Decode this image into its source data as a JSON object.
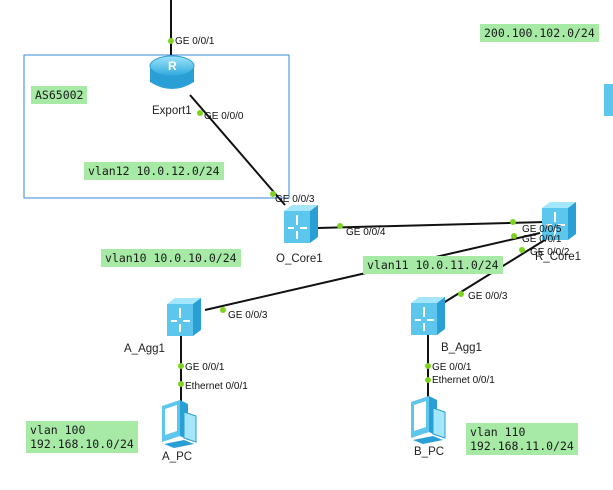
{
  "notes": {
    "as": "AS65002",
    "vlan12": "vlan12 10.0.12.0/24",
    "net200": "200.100.102.0/24",
    "vlan10": "vlan10 10.0.10.0/24",
    "vlan11": "vlan11 10.0.11.0/24",
    "vlan100": "vlan 100\n192.168.10.0/24",
    "vlan110": "vlan 110\n192.168.11.0/24"
  },
  "devices": {
    "export1": "Export1",
    "o_core1": "O_Core1",
    "r_core1": "R_Core1",
    "a_agg1": "A_Agg1",
    "b_agg1": "B_Agg1",
    "a_pc": "A_PC",
    "b_pc": "B_PC"
  },
  "ports": {
    "export1_top": "GE 0/0/1",
    "export1_down": "GE 0/0/0",
    "ocore_up": "GE 0/0/3",
    "ocore_right": "GE 0/0/4",
    "rcore_p5": "GE 0/0/5",
    "rcore_p1": "GE 0/0/1",
    "rcore_p2": "GE 0/0/2",
    "aagg_right": "GE 0/0/3",
    "aagg_down": "GE 0/0/1",
    "apc_eth": "Ethernet 0/0/1",
    "bagg_up": "GE 0/0/3",
    "bagg_down": "GE 0/0/1",
    "bpc_eth": "Ethernet 0/0/1"
  },
  "colors": {
    "note_bg": "#a6eaa6",
    "device_blue": "#5cc6ec",
    "port_dot": "#7ed321",
    "box_border": "#3a8ad6"
  },
  "icons": {
    "router": "router-icon",
    "switch": "switch-icon",
    "pc": "pc-icon"
  }
}
